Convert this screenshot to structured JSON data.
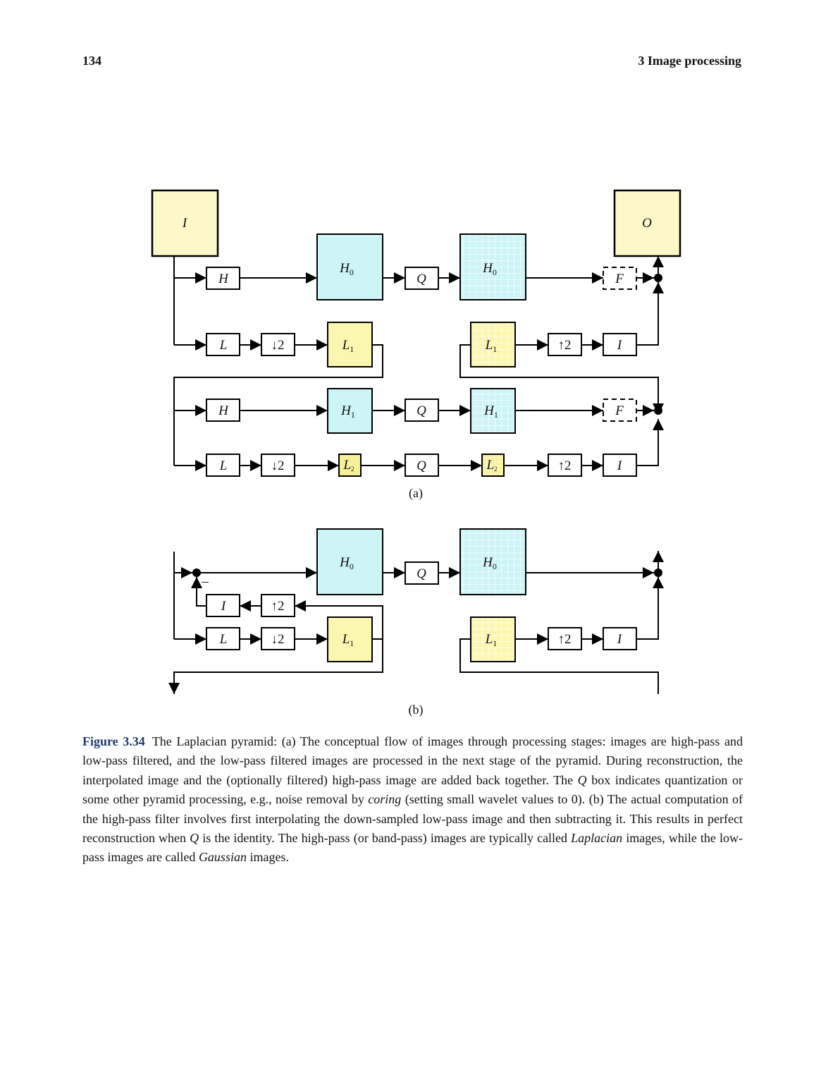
{
  "header": {
    "page_number": "134",
    "running_head": "3  Image processing"
  },
  "figure": {
    "panel_a_label": "(a)",
    "panel_b_label": "(b)",
    "blocks": {
      "input": "I",
      "output": "O",
      "highpass": "H",
      "lowpass": "L",
      "quantize": "Q",
      "filter": "F",
      "interp": "I",
      "down": "↓2",
      "up": "↑2",
      "minus": "–",
      "H0": "H",
      "H0_sub": "0",
      "H1": "H",
      "H1_sub": "1",
      "L1": "L",
      "L1_sub": "1",
      "L2": "L",
      "L2_sub": "2"
    },
    "colors": {
      "laplacian": "#cdf4f6",
      "gaussian": "#fbf7b0",
      "gaussian_small": "#f7f09a",
      "io": "#fcf8c8"
    }
  },
  "caption": {
    "label": "Figure 3.34",
    "p1": "The Laplacian pyramid: (a) The conceptual flow of images through processing stages: images are high-pass and low-pass filtered, and the low-pass filtered images are processed in the next stage of the pyramid. During reconstruction, the interpolated image and the (optionally filtered) high-pass image are added back together. The ",
    "q1": "Q",
    "p2": " box indicates quantization or some other pyramid processing, e.g., noise removal by ",
    "coring": "coring",
    "p3": " (setting small wavelet values to 0). (b) The actual computation of the high-pass filter involves first interpolating the down-sampled low-pass image and then subtracting it. This results in perfect reconstruction when ",
    "q2": "Q",
    "p4": " is the identity. The high-pass (or band-pass) images are typically called ",
    "laplacian": "Laplacian",
    "p5": " images, while the low-pass images are called ",
    "gaussian": "Gaussian",
    "p6": " images."
  }
}
